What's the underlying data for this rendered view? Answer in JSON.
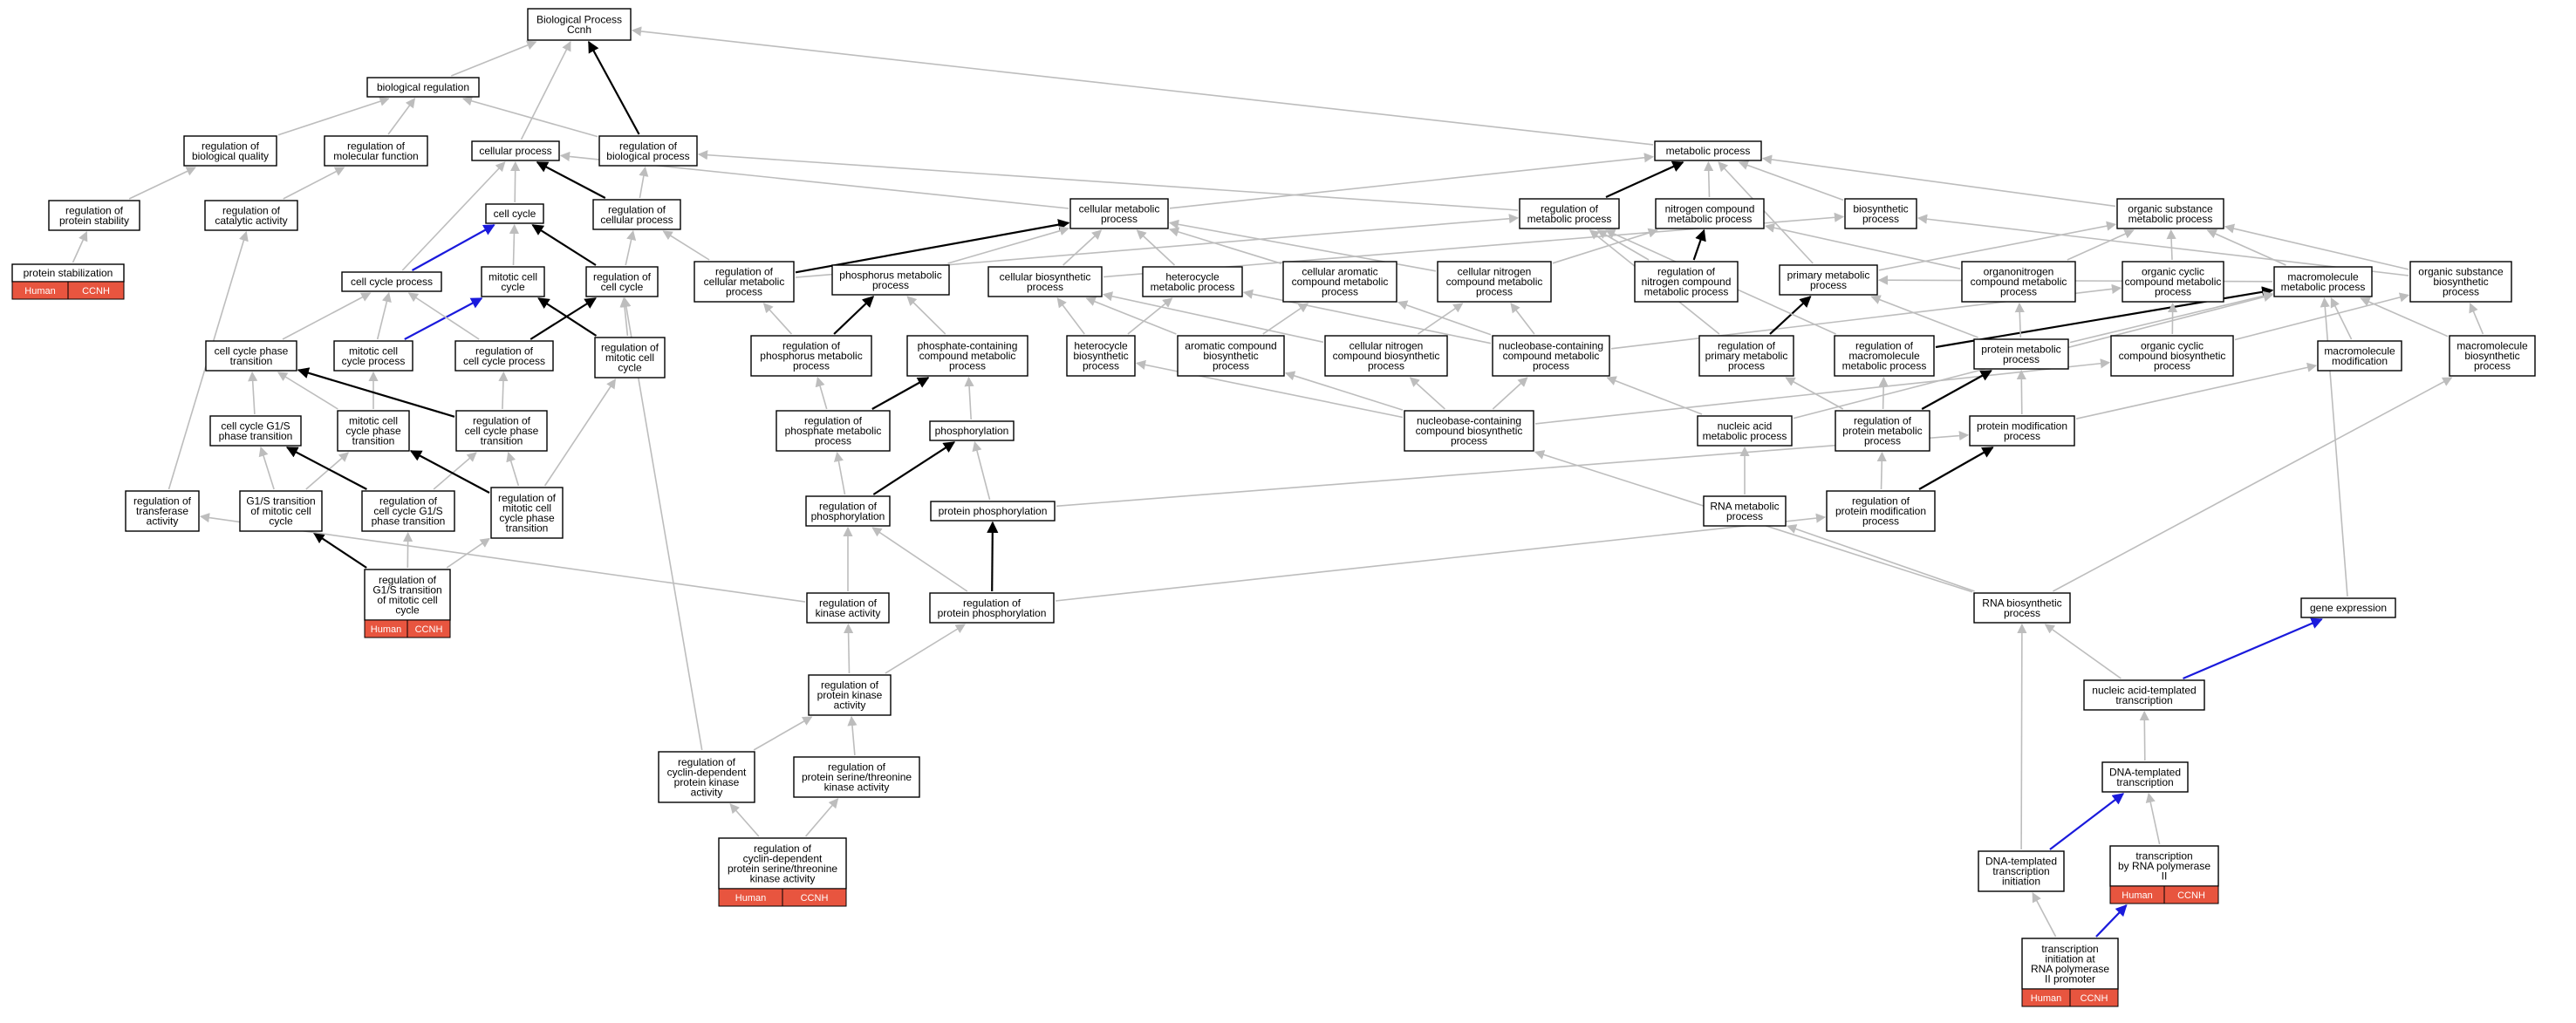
{
  "graph": {
    "nodes": [
      {
        "id": "bp",
        "label": "Biological Process\nCcnh"
      },
      {
        "id": "bioreg",
        "label": "biological regulation"
      },
      {
        "id": "regbq",
        "label": "regulation of\nbiological quality"
      },
      {
        "id": "regmf",
        "label": "regulation of\nmolecular function"
      },
      {
        "id": "regps",
        "label": "regulation of\nprotein stability"
      },
      {
        "id": "regca",
        "label": "regulation of\ncatalytic activity"
      },
      {
        "id": "protstab",
        "label": "protein stabilization",
        "ann": [
          "Human",
          "CCNH"
        ]
      },
      {
        "id": "cellproc",
        "label": "cellular process"
      },
      {
        "id": "regbp",
        "label": "regulation of\nbiological process"
      },
      {
        "id": "cellcycle",
        "label": "cell cycle"
      },
      {
        "id": "regcp",
        "label": "regulation of\ncellular process"
      },
      {
        "id": "ccproc",
        "label": "cell cycle process"
      },
      {
        "id": "mitcc",
        "label": "mitotic cell\ncycle"
      },
      {
        "id": "regcc",
        "label": "regulation of\ncell cycle"
      },
      {
        "id": "ccpt",
        "label": "cell cycle phase\ntransition"
      },
      {
        "id": "mitccp",
        "label": "mitotic cell\ncycle process"
      },
      {
        "id": "regccp",
        "label": "regulation of\ncell cycle process"
      },
      {
        "id": "regmitcc",
        "label": "regulation of\nmitotic cell\ncycle"
      },
      {
        "id": "g1s",
        "label": "cell cycle G1/S\nphase transition"
      },
      {
        "id": "mitccpt",
        "label": "mitotic cell\ncycle phase\ntransition"
      },
      {
        "id": "regccpt",
        "label": "regulation of\ncell cycle phase\ntransition"
      },
      {
        "id": "regta",
        "label": "regulation of\ntransferase\nactivity"
      },
      {
        "id": "g1smit",
        "label": "G1/S transition\nof mitotic cell\ncycle"
      },
      {
        "id": "regccg1s",
        "label": "regulation of\ncell cycle G1/S\nphase transition"
      },
      {
        "id": "regmitccpt",
        "label": "regulation of\nmitotic cell\ncycle phase\ntransition"
      },
      {
        "id": "regg1smit",
        "label": "regulation of\nG1/S transition\nof mitotic cell\ncycle",
        "ann": [
          "Human",
          "CCNH"
        ]
      },
      {
        "id": "metproc",
        "label": "metabolic process"
      },
      {
        "id": "cellmet",
        "label": "cellular metabolic\nprocess"
      },
      {
        "id": "regmet",
        "label": "regulation of\nmetabolic process"
      },
      {
        "id": "nitro",
        "label": "nitrogen compound\nmetabolic process"
      },
      {
        "id": "biosyn",
        "label": "biosynthetic\nprocess"
      },
      {
        "id": "orgsub",
        "label": "organic substance\nmetabolic process"
      },
      {
        "id": "regcellmet",
        "label": "regulation of\ncellular metabolic\nprocess"
      },
      {
        "id": "phosmet",
        "label": "phosphorus metabolic\nprocess"
      },
      {
        "id": "cellbiosyn",
        "label": "cellular biosynthetic\nprocess"
      },
      {
        "id": "hetmet",
        "label": "heterocycle\nmetabolic process"
      },
      {
        "id": "cellarom",
        "label": "cellular aromatic\ncompound metabolic\nprocess"
      },
      {
        "id": "cellnitro",
        "label": "cellular nitrogen\ncompound metabolic\nprocess"
      },
      {
        "id": "regnitro",
        "label": "regulation of\nnitrogen compound\nmetabolic process"
      },
      {
        "id": "primmet",
        "label": "primary metabolic\nprocess"
      },
      {
        "id": "orgnitro",
        "label": "organonitrogen\ncompound metabolic\nprocess"
      },
      {
        "id": "orgcyc",
        "label": "organic cyclic\ncompound metabolic\nprocess"
      },
      {
        "id": "macromet",
        "label": "macromolecule\nmetabolic process"
      },
      {
        "id": "orgsubbio",
        "label": "organic substance\nbiosynthetic\nprocess"
      },
      {
        "id": "regphosmet",
        "label": "regulation of\nphosphorus metabolic\nprocess"
      },
      {
        "id": "phoscont",
        "label": "phosphate-containing\ncompound metabolic\nprocess"
      },
      {
        "id": "hetbio",
        "label": "heterocycle\nbiosynthetic\nprocess"
      },
      {
        "id": "arombio",
        "label": "aromatic compound\nbiosynthetic\nprocess"
      },
      {
        "id": "cellnitrobio",
        "label": "cellular nitrogen\ncompound biosynthetic\nprocess"
      },
      {
        "id": "nucbasemet",
        "label": "nucleobase-containing\ncompound metabolic\nprocess"
      },
      {
        "id": "regprim",
        "label": "regulation of\nprimary metabolic\nprocess"
      },
      {
        "id": "regmacro",
        "label": "regulation of\nmacromolecule\nmetabolic process"
      },
      {
        "id": "protmet",
        "label": "protein metabolic\nprocess"
      },
      {
        "id": "orgcycbio",
        "label": "organic cyclic\ncompound biosynthetic\nprocess"
      },
      {
        "id": "macromod",
        "label": "macromolecule\nmodification"
      },
      {
        "id": "macrobio",
        "label": "macromolecule\nbiosynthetic\nprocess"
      },
      {
        "id": "regphosphate",
        "label": "regulation of\nphosphate metabolic\nprocess"
      },
      {
        "id": "phosphorylation",
        "label": "phosphorylation"
      },
      {
        "id": "nucbasebio",
        "label": "nucleobase-containing\ncompound biosynthetic\nprocess"
      },
      {
        "id": "nucacid",
        "label": "nucleic acid\nmetabolic process"
      },
      {
        "id": "regprotmet",
        "label": "regulation of\nprotein metabolic\nprocess"
      },
      {
        "id": "protmod",
        "label": "protein modification\nprocess"
      },
      {
        "id": "regphosphorylation",
        "label": "regulation of\nphosphorylation"
      },
      {
        "id": "protphos",
        "label": "protein phosphorylation"
      },
      {
        "id": "rnamet",
        "label": "RNA metabolic\nprocess"
      },
      {
        "id": "regprotmod",
        "label": "regulation of\nprotein modification\nprocess"
      },
      {
        "id": "regkin",
        "label": "regulation of\nkinase activity"
      },
      {
        "id": "regprotphos",
        "label": "regulation of\nprotein phosphorylation"
      },
      {
        "id": "rnabio",
        "label": "RNA biosynthetic\nprocess"
      },
      {
        "id": "geneexp",
        "label": "gene expression"
      },
      {
        "id": "regpk",
        "label": "regulation of\nprotein kinase\nactivity"
      },
      {
        "id": "nuctrans",
        "label": "nucleic acid-templated\ntranscription"
      },
      {
        "id": "regcdk",
        "label": "regulation of\ncyclin-dependent\nprotein kinase\nactivity"
      },
      {
        "id": "regpstk",
        "label": "regulation of\nprotein serine/threonine\nkinase activity"
      },
      {
        "id": "dnatrans",
        "label": "DNA-templated\ntranscription"
      },
      {
        "id": "regcdkst",
        "label": "regulation of\ncyclin-dependent\nprotein serine/threonine\nkinase activity",
        "ann": [
          "Human",
          "CCNH"
        ]
      },
      {
        "id": "dnatransinit",
        "label": "DNA-templated\ntranscription\ninitiation"
      },
      {
        "id": "transpol2",
        "label": "transcription\nby RNA polymerase\nII",
        "ann": [
          "Human",
          "CCNH"
        ]
      },
      {
        "id": "transinitpol2",
        "label": "transcription\ninitiation at\nRNA polymerase\nII promoter",
        "ann": [
          "Human",
          "CCNH"
        ]
      }
    ]
  }
}
